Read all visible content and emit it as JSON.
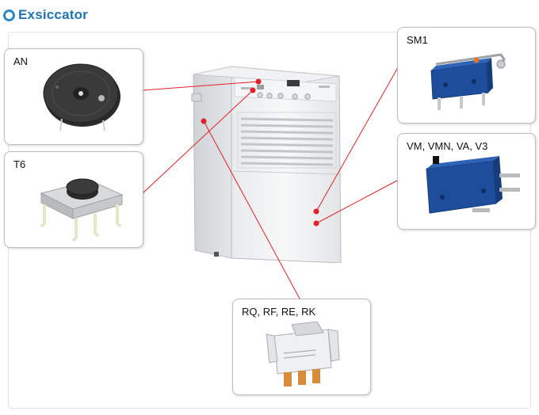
{
  "title": "Exsiccator",
  "components": [
    {
      "id": "an",
      "label": "AN"
    },
    {
      "id": "t6",
      "label": "T6"
    },
    {
      "id": "sm1",
      "label": "SM1"
    },
    {
      "id": "vm",
      "label": "VM, VMN, VA, V3"
    },
    {
      "id": "rq",
      "label": "RQ, RF, RE, RK"
    }
  ],
  "colors": {
    "title": "#1f73b7",
    "bullet": "#2a88c8",
    "leader_line": "#e0202a",
    "marker_dot": "#e0202a",
    "card_border": "#bdbdbd"
  }
}
